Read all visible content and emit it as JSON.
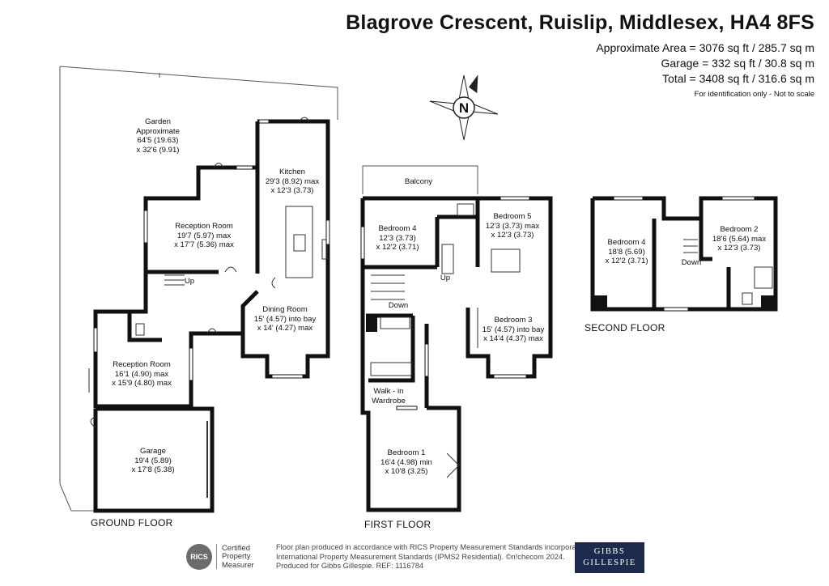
{
  "header": {
    "title": "Blagrove Crescent, Ruislip, Middlesex, HA4 8FS",
    "approx_area": "Approximate Area = 3076 sq ft / 285.7 sq m",
    "garage_area": "Garage = 332 sq ft / 30.8 sq m",
    "total_area": "Total = 3408 sq ft / 316.6 sq m",
    "note": "For identification only - Not to scale"
  },
  "compass": {
    "label": "N"
  },
  "ground_floor": {
    "label": "GROUND FLOOR",
    "garden": {
      "name": "Garden",
      "l2": "Approximate",
      "l3": "64'5 (19.63)",
      "l4": "x 32'6 (9.91)"
    },
    "kitchen": {
      "name": "Kitchen",
      "l2": "29'3 (8.92) max",
      "l3": "x 12'3 (3.73)"
    },
    "reception1": {
      "name": "Reception Room",
      "l2": "19'7 (5.97) max",
      "l3": "x 17'7 (5.36) max"
    },
    "dining": {
      "name": "Dining Room",
      "l2": "15' (4.57) into bay",
      "l3": "x 14' (4.27) max"
    },
    "reception2": {
      "name": "Reception Room",
      "l2": "16'1 (4.90) max",
      "l3": "x 15'9 (4.80) max"
    },
    "garage": {
      "name": "Garage",
      "l2": "19'4 (5.89)",
      "l3": "x 17'8 (5.38)"
    },
    "up": "Up"
  },
  "first_floor": {
    "label": "FIRST FLOOR",
    "balcony": "Balcony",
    "bedroom4": {
      "name": "Bedroom 4",
      "l2": "12'3 (3.73)",
      "l3": "x 12'2 (3.71)"
    },
    "bedroom5": {
      "name": "Bedroom 5",
      "l2": "12'3 (3.73) max",
      "l3": "x 12'3 (3.73)"
    },
    "bedroom3": {
      "name": "Bedroom 3",
      "l2": "15' (4.57) into bay",
      "l3": "x 14'4 (4.37) max"
    },
    "bedroom1": {
      "name": "Bedroom 1",
      "l2": "16'4 (4.98) min",
      "l3": "x 10'8 (3.25)"
    },
    "walkin": {
      "l1": "Walk - in",
      "l2": "Wardrobe"
    },
    "up": "Up",
    "down": "Down"
  },
  "second_floor": {
    "label": "SECOND FLOOR",
    "bedroom4": {
      "name": "Bedroom 4",
      "l2": "18'8 (5.69)",
      "l3": "x 12'2 (3.71)"
    },
    "bedroom2": {
      "name": "Bedroom 2",
      "l2": "18'6 (5.64) max",
      "l3": "x 12'3 (3.73)"
    },
    "down": "Down"
  },
  "footer": {
    "line1": "Floor plan produced in accordance with RICS Property Measurement Standards incorporating",
    "line2": "International Property Measurement Standards (IPMS2 Residential). ©n!checom 2024.",
    "line3": "Produced for Gibbs Gillespie.    REF:  1116784",
    "rics_logo": "RICS",
    "rics_cert1": "Certified",
    "rics_cert2": "Property",
    "rics_cert3": "Measurer",
    "brand1": "GIBBS",
    "brand2": "GILLESPIE"
  },
  "colors": {
    "wall": "#111111",
    "brand": "#1c2a4d"
  }
}
